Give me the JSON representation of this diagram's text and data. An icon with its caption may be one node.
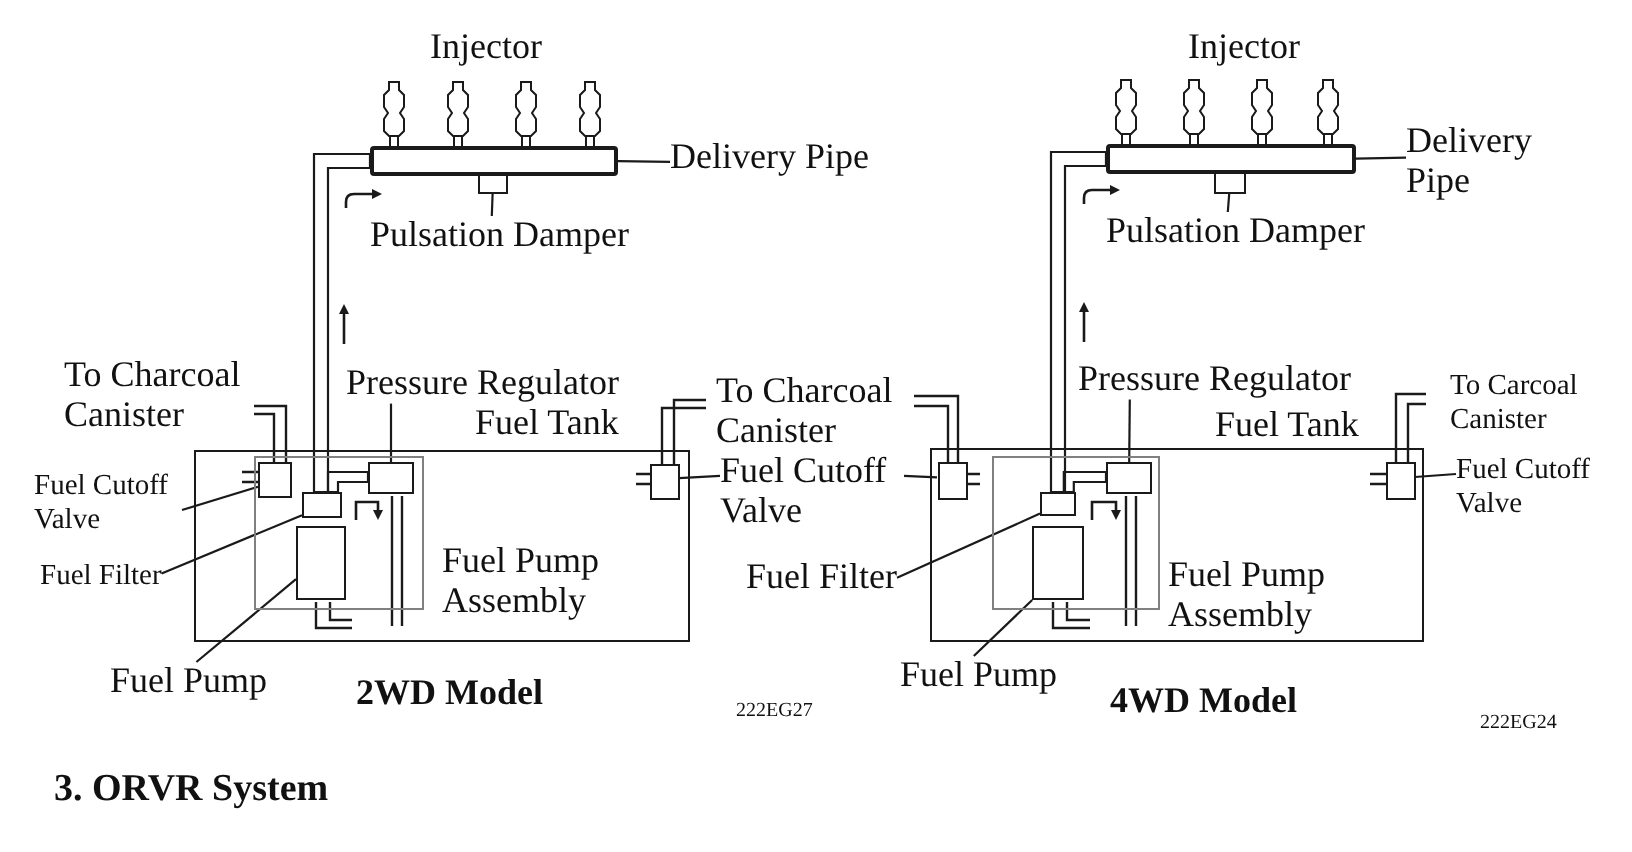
{
  "diagram": {
    "nodes": [
      {
        "text": [],
        "shape": "bar"
      },
      {
        "text": [
          "Delivery Pipe"
        ]
      },
      {
        "text": [],
        "shape": "box"
      },
      {
        "text": [
          "Pulsation Damper"
        ]
      },
      {
        "text": [
          "Pressure Regulator"
        ]
      },
      {
        "text": [
          "Fuel Cutoff Valve"
        ]
      },
      {
        "text": [
          "Fuel Tank"
        ]
      },
      {
        "text": [],
        "shape": "box",
        "in": 6,
        "beside": [
          "Fuel Pump Assembly"
        ]
      },
      {
        "text": [],
        "shape": "box",
        "in": 7
      },
      {
        "text": [],
        "shape": "box",
        "in": 7
      },
      {
        "text": [],
        "shape": "box",
        "in": 7
      },
      {
        "text": [],
        "shape": "box",
        "in": 7
      },
      {
        "text": [],
        "shape": "box",
        "in": 6
      },
      {
        "text": [
          "Fuel Filter"
        ]
      },
      {
        "text": [
          "Fuel Pump"
        ]
      },
      {
        "text": [
          "Fuel Cutoff Valve"
        ]
      },
      {
        "text": [],
        "shape": "bar"
      },
      {
        "text": [
          "Delivery Pipe"
        ]
      },
      {
        "text": [],
        "shape": "box"
      },
      {
        "text": [
          "Pulsation Damper"
        ]
      },
      {
        "text": [
          "Pressure Regulator"
        ]
      },
      {
        "text": [
          "Fuel Tank"
        ]
      },
      {
        "text": [],
        "shape": "box",
        "in": 21
      },
      {
        "text": [],
        "shape": "box",
        "in": 21,
        "beside": [
          "Fuel Pump Assembly"
        ]
      },
      {
        "text": [],
        "shape": "box",
        "in": 23
      },
      {
        "text": [],
        "shape": "box",
        "in": 23
      },
      {
        "text": [],
        "shape": "box",
        "in": 23
      },
      {
        "text": [],
        "shape": "box",
        "in": 21
      },
      {
        "text": [
          "Fuel Cutoff Valve"
        ]
      },
      {
        "text": [
          "Fuel Filter"
        ]
      },
      {
        "text": [
          "Fuel Pump"
        ]
      }
    ],
    "edges": [
      {
        "from": 1,
        "to": 0,
        "arrow": "none"
      },
      {
        "from": 3,
        "to": 2,
        "arrow": "none"
      },
      {
        "from": 4,
        "to": 9,
        "arrow": "none"
      },
      {
        "from": 5,
        "to": 8,
        "arrow": "none"
      },
      {
        "from": 13,
        "to": 10,
        "arrow": "none"
      },
      {
        "from": 14,
        "to": 11,
        "arrow": "none"
      },
      {
        "from": 15,
        "to": 12,
        "arrow": "none"
      },
      {
        "from": 15,
        "to": 22,
        "arrow": "none"
      },
      {
        "from": 17,
        "to": 16,
        "arrow": "none"
      },
      {
        "from": 19,
        "to": 18,
        "arrow": "none"
      },
      {
        "from": 20,
        "to": 24,
        "arrow": "none"
      },
      {
        "from": 29,
        "to": 25,
        "arrow": "none"
      },
      {
        "from": 30,
        "to": 26,
        "arrow": "none"
      },
      {
        "from": 28,
        "to": 27,
        "arrow": "none"
      },
      {
        "from": 10,
        "to": 0,
        "arrow": "none"
      },
      {
        "from": 10,
        "to": 9,
        "arrow": "none"
      },
      {
        "from": 25,
        "to": 16,
        "arrow": "none"
      },
      {
        "from": 25,
        "to": 24,
        "arrow": "none"
      }
    ],
    "labels": [
      "Injector",
      "To Charcoal Canister",
      "To Charcoal Canister",
      "2WD Model",
      "222EG27",
      "Injector",
      "To Carcoal Canister",
      "4WD Model",
      "222EG24",
      "3. ORVR System"
    ]
  }
}
